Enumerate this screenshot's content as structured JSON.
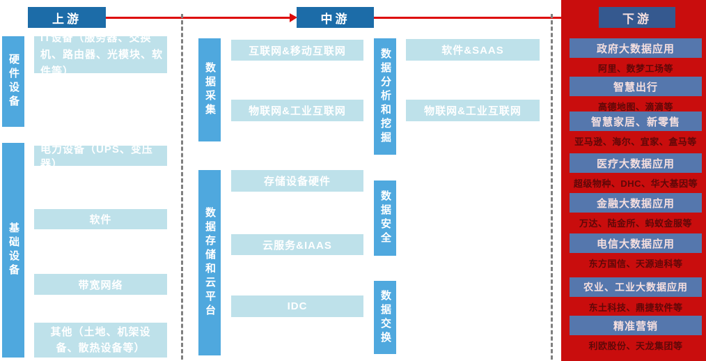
{
  "headers": {
    "upstream": "上游",
    "midstream": "中游",
    "downstream": "下游"
  },
  "upstream": {
    "side_labels": [
      {
        "text": "硬件设备"
      },
      {
        "text": "基础设备"
      }
    ],
    "boxes": [
      {
        "text": "IT设备（服务器、交换机、路由器、光模块、软件等）"
      },
      {
        "text": "电力设备（UPS、变压器）"
      },
      {
        "text": "软件"
      },
      {
        "text": "带宽网络"
      },
      {
        "text": "其他（土地、机架设备、散热设备等）"
      }
    ]
  },
  "midstream": {
    "stage_bars": [
      {
        "text": "数据采集"
      },
      {
        "text": "数据存储和云平台"
      },
      {
        "text": "数据分析和挖掘"
      },
      {
        "text": "数据安全"
      },
      {
        "text": "数据交换"
      }
    ],
    "boxes_left": [
      "互联网&移动互联网",
      "物联网&工业互联网",
      "存储设备硬件",
      "云服务&IAAS",
      "IDC"
    ],
    "boxes_right": [
      "软件&SAAS",
      "物联网&工业互联网"
    ]
  },
  "downstream": {
    "applications": [
      {
        "label": "政府大数据应用",
        "companies": "阿里、数梦工场等"
      },
      {
        "label": "智慧出行",
        "companies": "高德地图、滴滴等"
      },
      {
        "label": "智慧家居、新零售",
        "companies": "亚马逊、海尔、宜家、盒马等"
      },
      {
        "label": "医疗大数据应用",
        "companies": "超级物种、DHC、华大基因等"
      },
      {
        "label": "金融大数据应用",
        "companies": "万达、陆金所、蚂蚁金服等"
      },
      {
        "label": "电信大数据应用",
        "companies": "东方国信、天源迪科等"
      },
      {
        "label": "农业、工业大数据应用",
        "companies": "东土科技、鼎捷软件等"
      },
      {
        "label": "精准营销",
        "companies": "利欧股份、天龙集团等"
      }
    ]
  },
  "colors": {
    "header_blue": "#1C6CA8",
    "stage_bar_blue": "#4FA8DE",
    "light_box_blue": "#BEE1EA",
    "red_panel": "#C90D0D",
    "app_box_blue": "#5577AD",
    "downstream_header_blue": "#35598F",
    "arrow_red": "#DD0A0A",
    "company_text_dark_red": "#5E0808",
    "dashed_divider_grey": "#7F7F7F"
  }
}
